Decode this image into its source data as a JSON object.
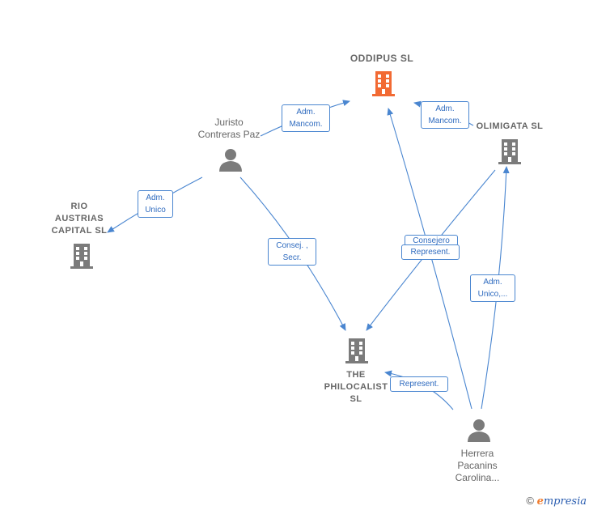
{
  "colors": {
    "edge": "#4a86d0",
    "node_gray": "#7b7b7b",
    "node_highlight": "#f26a33"
  },
  "nodes": {
    "oddipus": "ODDIPUS  SL",
    "juristo": [
      "Juristo",
      "Contreras Paz"
    ],
    "olimigata": "OLIMIGATA  SL",
    "rio": [
      "RIO",
      "AUSTRIAS",
      "CAPITAL  SL"
    ],
    "philocalist": [
      "THE",
      "PHILOCALIST",
      "SL"
    ],
    "herrera": [
      "Herrera",
      "Pacanins",
      "Carolina..."
    ]
  },
  "edges": {
    "juristo_oddipus": [
      "Adm.",
      "Mancom."
    ],
    "olimigata_oddipus": [
      "Adm.",
      "Mancom."
    ],
    "juristo_rio": [
      "Adm.",
      "Unico"
    ],
    "juristo_philocalist": [
      "Consej. ,",
      "Secr."
    ],
    "olimigata_philocalist_1": "Consejero",
    "olimigata_philocalist_2": "Represent.",
    "herrera_olimigata": [
      "Adm.",
      "Unico,..."
    ],
    "herrera_philocalist": "Represent."
  },
  "footer": {
    "copyright": "©",
    "brand_e": "e",
    "brand_rest": "mpresia"
  }
}
